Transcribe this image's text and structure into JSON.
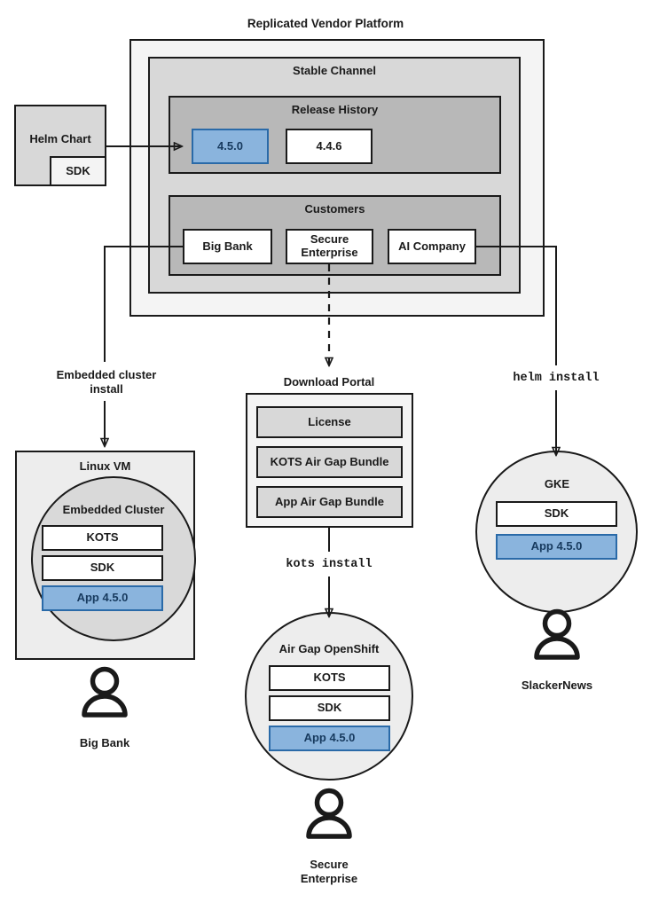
{
  "diagram": {
    "title": "Replicated Vendor Platform",
    "platform": {
      "stable_channel": {
        "label": "Stable Channel",
        "release_history": {
          "label": "Release History",
          "releases": [
            {
              "version": "4.5.0",
              "highlighted": true
            },
            {
              "version": "4.4.6",
              "highlighted": false
            }
          ]
        },
        "customers": {
          "label": "Customers",
          "items": [
            {
              "name": "Big Bank"
            },
            {
              "name": "Secure\nEnterprise"
            },
            {
              "name": "AI Company"
            }
          ]
        }
      }
    },
    "source": {
      "helm_chart": "Helm Chart",
      "helm_chart_sdk": "SDK"
    },
    "edges": {
      "embedded_cluster_install": "Embedded cluster\ninstall",
      "kots_install": "kots install",
      "helm_install": "helm install"
    },
    "download_portal": {
      "label": "Download Portal",
      "artifacts": [
        "License",
        "KOTS Air Gap Bundle",
        "App Air Gap Bundle"
      ]
    },
    "targets": [
      {
        "id": "linux-vm",
        "label": "Linux VM",
        "inner_label": "Embedded Cluster",
        "components": [
          {
            "name": "KOTS",
            "highlighted": false
          },
          {
            "name": "SDK",
            "highlighted": false
          },
          {
            "name": "App 4.5.0",
            "highlighted": true
          }
        ],
        "persona": "Big Bank"
      },
      {
        "id": "air-gap-openshift",
        "label": "Air Gap OpenShift",
        "components": [
          {
            "name": "KOTS",
            "highlighted": false
          },
          {
            "name": "SDK",
            "highlighted": false
          },
          {
            "name": "App 4.5.0",
            "highlighted": true
          }
        ],
        "persona": "Secure\nEnterprise"
      },
      {
        "id": "gke",
        "label": "GKE",
        "components": [
          {
            "name": "SDK",
            "highlighted": false
          },
          {
            "name": "App 4.5.0",
            "highlighted": true
          }
        ],
        "persona": "SlackerNews"
      }
    ],
    "colors": {
      "stroke": "#1a1a1a",
      "highlight_fill": "#8ab4dd",
      "highlight_stroke": "#2a6aa8",
      "highlight_text": "#173a5e",
      "panel_outer": "#f4f4f4",
      "panel_channel": "#d8d8d8",
      "panel_group": "#b8b8b8",
      "vm_fill": "#ededed",
      "cluster_fill": "#d9d9d9"
    }
  }
}
